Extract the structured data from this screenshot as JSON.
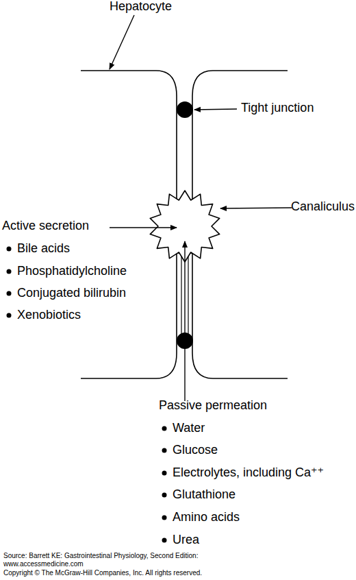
{
  "diagram": {
    "labels": [
      "Hepatocyte",
      "Tight junction",
      "Canaliculus",
      "Active secretion",
      "Bile acids",
      "Phosphatidylcholine",
      "Conjugated bilirubin",
      "Xenobiotics",
      "Passive permeation",
      "Water",
      "Glucose",
      "Electrolytes, including Ca⁺⁺",
      "Glutathione",
      "Amino acids",
      "Urea",
      "Source: Barrett KE: Gastrointestinal Physiology, Second Edition:",
      "www.accessmedicine.com",
      "Copyright © The McGraw-Hill Companies, Inc. All rights reserved."
    ]
  }
}
